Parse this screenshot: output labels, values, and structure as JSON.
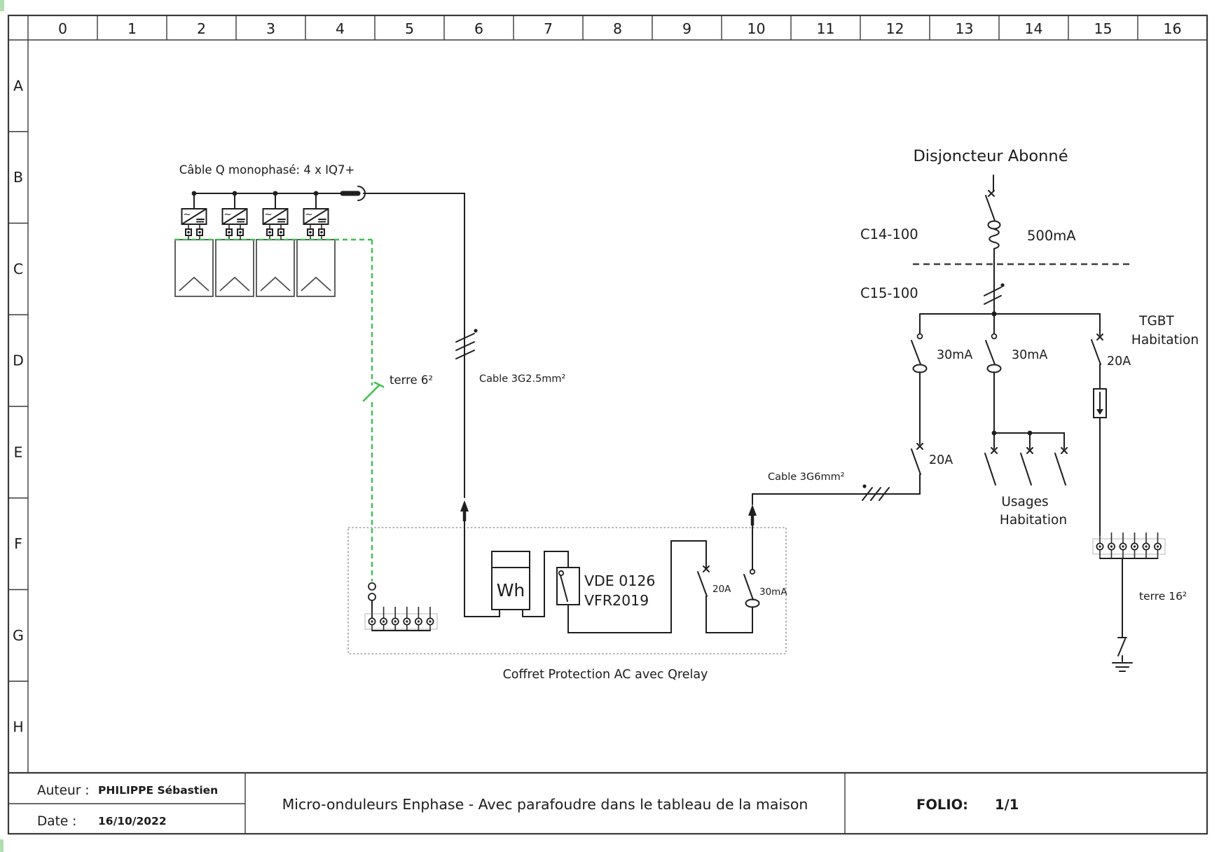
{
  "sheet": {
    "columns": [
      "0",
      "1",
      "2",
      "3",
      "4",
      "5",
      "6",
      "7",
      "8",
      "9",
      "10",
      "11",
      "12",
      "13",
      "14",
      "15",
      "16"
    ],
    "rows": [
      "A",
      "B",
      "C",
      "D",
      "E",
      "F",
      "G",
      "H"
    ]
  },
  "title_block": {
    "author_label": "Auteur :",
    "author": "PHILIPPE Sébastien",
    "date_label": "Date :",
    "date": "16/10/2022",
    "title": "Micro-onduleurs Enphase - Avec parafoudre dans le tableau de la maison",
    "folio_label": "FOLIO:",
    "folio_value": "1/1"
  },
  "pv": {
    "string_label": "Câble Q monophasé: 4 x IQ7+",
    "inverter_count": 4,
    "ac_symbol": "~"
  },
  "earth": {
    "terre_6": "terre 6²",
    "terre_16": "terre 16²",
    "color": "#3fbf4f"
  },
  "cables": {
    "dc_to_coffret": "Cable 3G2.5mm²",
    "coffret_to_tgbt": "Cable 3G6mm²"
  },
  "coffret": {
    "label": "Coffret Protection AC avec Qrelay",
    "meter": "Wh",
    "relay_line1": "VDE 0126",
    "relay_line2": "VFR2019",
    "breaker": "20A",
    "rcd": "30mA"
  },
  "tgbt": {
    "disjoncteur": "Disjoncteur Abonné",
    "c14": "C14-100",
    "c15": "C15-100",
    "rcd_main": "500mA",
    "rcd_left": "30mA",
    "rcd_mid": "30mA",
    "breaker_left": "20A",
    "breaker_right": "20A",
    "tgbt_line1": "TGBT",
    "tgbt_line2": "Habitation",
    "usages_line1": "Usages",
    "usages_line2": "Habitation"
  }
}
